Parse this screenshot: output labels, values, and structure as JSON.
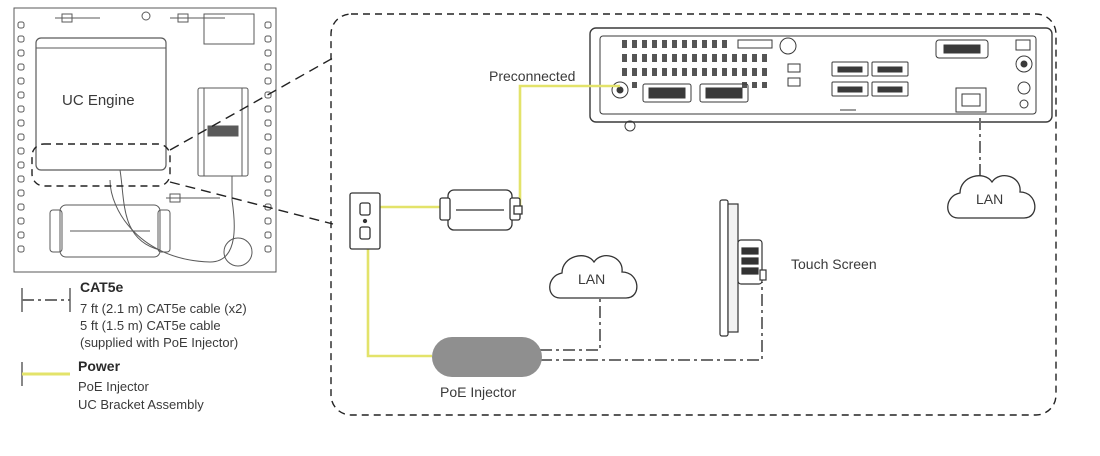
{
  "labels": {
    "uc_engine": "UC Engine",
    "preconnected": "Preconnected",
    "touch_screen": "Touch Screen",
    "lan": "LAN",
    "poe_injector": "PoE Injector"
  },
  "legend": {
    "cat5e": {
      "title": "CAT5e",
      "items": [
        "7 ft (2.1 m) CAT5e cable (x2)",
        "5 ft (1.5 m) CAT5e cable",
        "(supplied with PoE Injector)"
      ]
    },
    "power": {
      "title": "Power",
      "items": [
        "PoE Injector",
        "UC Bracket Assembly"
      ]
    }
  },
  "colors": {
    "power_line": "#e3e36a",
    "cat5e_line": "#6f6f6f",
    "outline": "#4a4a4a",
    "poe_body": "#8f8f8f"
  }
}
